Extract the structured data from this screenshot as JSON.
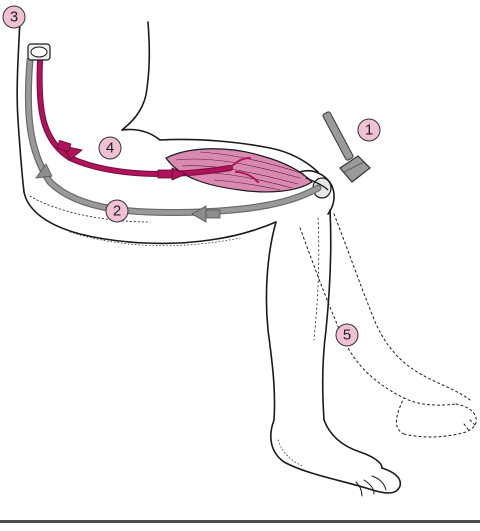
{
  "figure": {
    "markers": [
      {
        "id": "hammer",
        "label": "1"
      },
      {
        "id": "afferent",
        "label": "2"
      },
      {
        "id": "spinal",
        "label": "3"
      },
      {
        "id": "efferent",
        "label": "4"
      },
      {
        "id": "response",
        "label": "5"
      }
    ],
    "colors": {
      "marker_fill": "#f0c0d4",
      "motor_path": "#b0135a",
      "sensory_path": "#8d8d8d",
      "muscle": "#d98ab0",
      "outline": "#1a1a1a",
      "hammer": "#9a9a9a"
    },
    "icons": {
      "reflex_hammer": "reflex-hammer-icon",
      "arrows": "direction-arrow-icon"
    }
  }
}
